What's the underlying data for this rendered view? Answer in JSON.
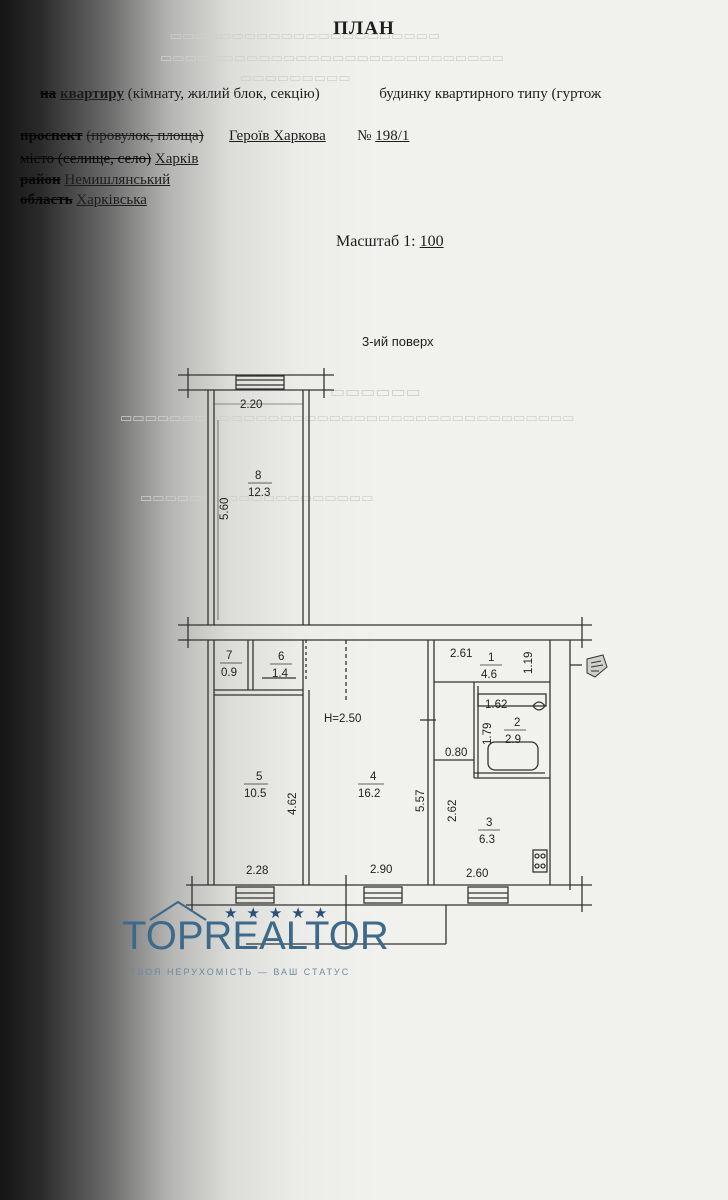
{
  "document": {
    "title": "ПЛАН",
    "line1": {
      "prefix_struck": "на",
      "object": "квартиру",
      "types": "(кімнату, жилий блок, секцію)",
      "smudge": "",
      "suffix": "будинку квартирного типу (гуртож"
    },
    "address": {
      "street_caption_struck": "проспект",
      "street_caption_rest": "(провулок, площа)",
      "street": "Героїв Харкова",
      "number_label": "№",
      "number": "198/1",
      "city_caption": "місто (селище, село)",
      "city": "Харків",
      "district_caption": "район",
      "district": "Немишлянський",
      "region_caption": "область",
      "region": "Харківська"
    },
    "scale_label": "Масштаб 1:",
    "scale_value": "100",
    "floor": "3-ий поверх"
  },
  "plan": {
    "height_label": "H=2.50",
    "dimensions": {
      "balcony_width": "2.20",
      "balcony_length": "5.60",
      "room5_width": "2.28",
      "room5_length": "4.62",
      "room4_width": "2.90",
      "room4_length": "5.57",
      "hall_width": "2.61",
      "hall_length": "1.19",
      "bath_width": "1.62",
      "bath_length": "1.79",
      "corridor_width": "0.80",
      "kitchen_width": "2.60",
      "kitchen_length": "2.62"
    },
    "rooms": [
      {
        "number": "1",
        "area": "4.6"
      },
      {
        "number": "2",
        "area": "2.9"
      },
      {
        "number": "3",
        "area": "6.3"
      },
      {
        "number": "4",
        "area": "16.2"
      },
      {
        "number": "5",
        "area": "10.5"
      },
      {
        "number": "6",
        "area": "1.4"
      },
      {
        "number": "7",
        "area": "0.9"
      },
      {
        "number": "8",
        "area": "12.3"
      }
    ]
  },
  "watermark": {
    "brand_top": "TOP",
    "brand_rest": "REALTOR",
    "stars": "★★★★★",
    "tagline": "ТВОЯ НЕРУХОМІСТЬ — ВАШ СТАТУС"
  }
}
